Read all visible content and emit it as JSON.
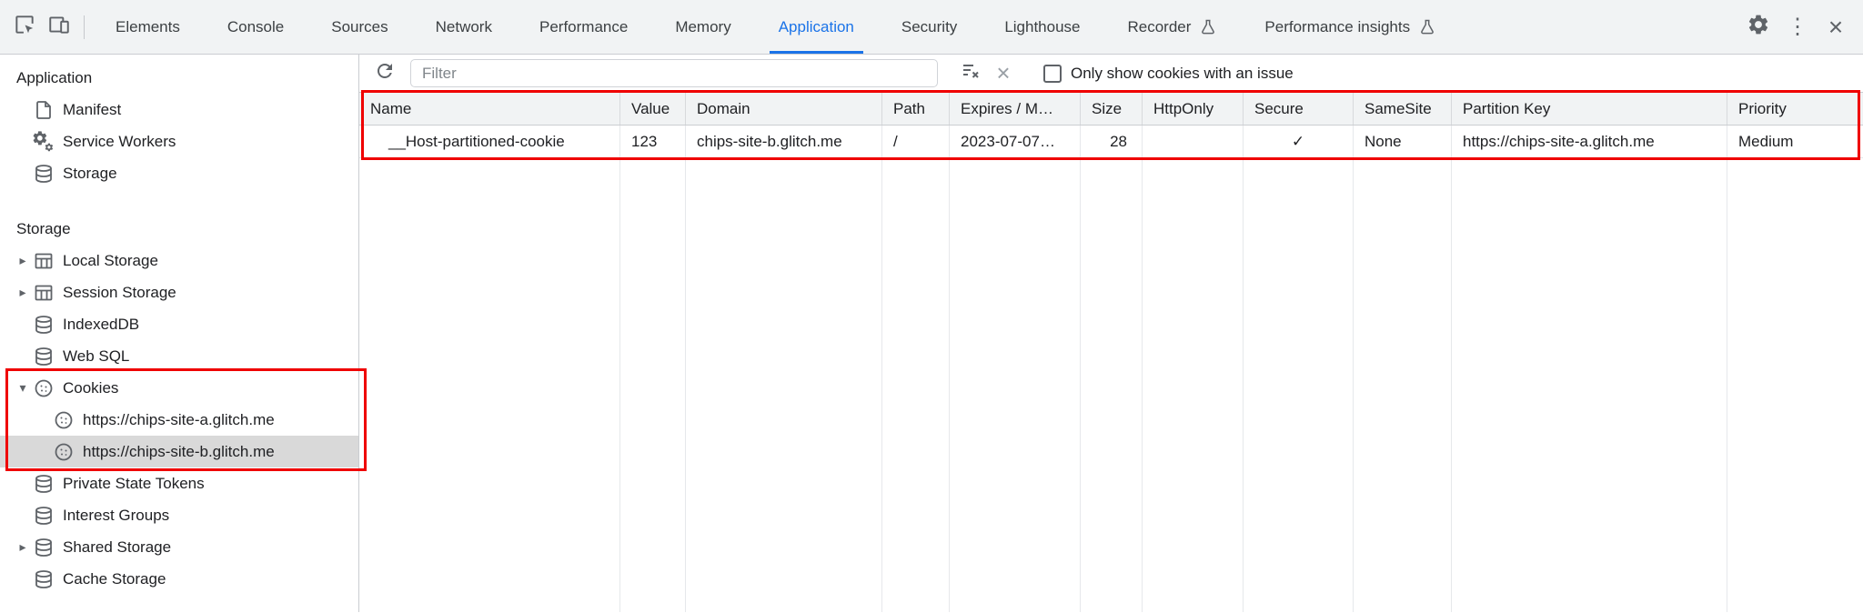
{
  "colors": {
    "accent_blue": "#1a73e8",
    "highlight_red": "#ef0000",
    "toolbar_bg": "#f1f3f4",
    "selected_row_bg": "#d9d9d9",
    "icon_grey": "#5f6368"
  },
  "glyphs": {
    "kebab": "⋮",
    "close": "×",
    "collapsed": "▸",
    "expanded": "▾"
  },
  "toolbar": {
    "tabs": [
      "Elements",
      "Console",
      "Sources",
      "Network",
      "Performance",
      "Memory",
      "Application",
      "Security",
      "Lighthouse",
      "Recorder",
      "Performance insights"
    ],
    "active_tab": "Application"
  },
  "sidebar": {
    "app_section_title": "Application",
    "app_items": [
      {
        "label": "Manifest",
        "icon": "document-icon"
      },
      {
        "label": "Service Workers",
        "icon": "service-worker-icon"
      },
      {
        "label": "Storage",
        "icon": "database-icon"
      }
    ],
    "storage_section_title": "Storage",
    "storage_items": [
      {
        "label": "Local Storage",
        "expander": "collapsed",
        "icon": "table-icon"
      },
      {
        "label": "Session Storage",
        "expander": "collapsed",
        "icon": "table-icon"
      },
      {
        "label": "IndexedDB",
        "icon": "database-icon"
      },
      {
        "label": "Web SQL",
        "icon": "database-icon"
      },
      {
        "label": "Cookies",
        "expander": "expanded",
        "icon": "cookie-icon",
        "children": [
          {
            "label": "https://chips-site-a.glitch.me",
            "selected": false
          },
          {
            "label": "https://chips-site-b.glitch.me",
            "selected": true
          }
        ]
      },
      {
        "label": "Private State Tokens",
        "icon": "database-icon"
      },
      {
        "label": "Interest Groups",
        "icon": "database-icon"
      },
      {
        "label": "Shared Storage",
        "expander": "collapsed",
        "icon": "database-icon"
      },
      {
        "label": "Cache Storage",
        "icon": "database-icon"
      }
    ]
  },
  "cookies_panel": {
    "filter_placeholder": "Filter",
    "filter_value": "",
    "checkbox_label": "Only show cookies with an issue",
    "checkbox_checked": false
  },
  "table": {
    "columns": [
      "Name",
      "Value",
      "Domain",
      "Path",
      "Expires / M…",
      "Size",
      "HttpOnly",
      "Secure",
      "SameSite",
      "Partition Key",
      "Priority"
    ],
    "rows": [
      {
        "name": "__Host-partitioned-cookie",
        "value": "123",
        "domain": "chips-site-b.glitch.me",
        "path": "/",
        "expires": "2023-07-07…",
        "size": "28",
        "httponly": "",
        "secure": "✓",
        "samesite": "None",
        "partition_key": "https://chips-site-a.glitch.me",
        "priority": "Medium"
      }
    ]
  }
}
